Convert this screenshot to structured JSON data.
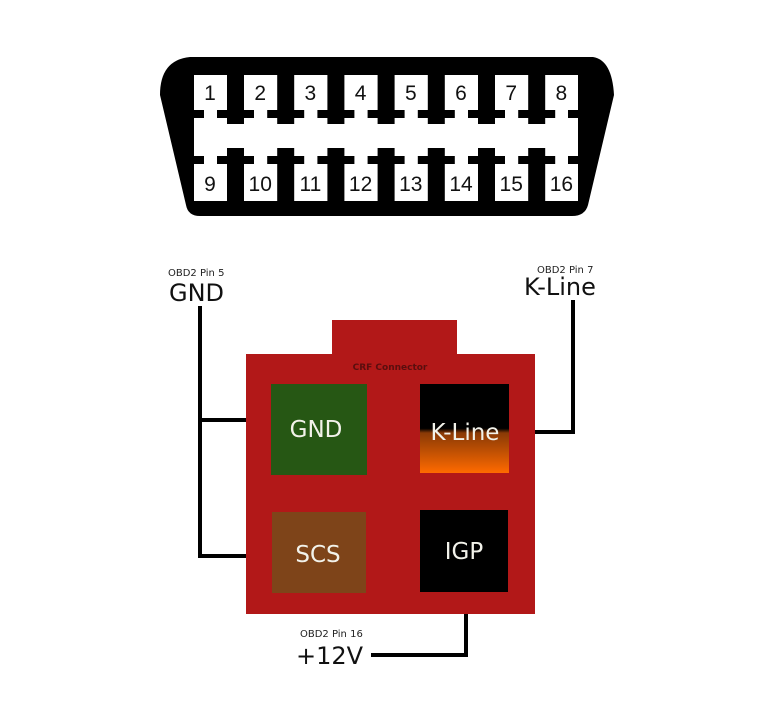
{
  "obd2_connector": {
    "top_row_pins": [
      "1",
      "2",
      "3",
      "4",
      "5",
      "6",
      "7",
      "8"
    ],
    "bottom_row_pins": [
      "9",
      "10",
      "11",
      "12",
      "13",
      "14",
      "15",
      "16"
    ]
  },
  "crf_connector": {
    "title": "CRF Connector",
    "colors": {
      "housing": "#b21818",
      "gnd": "#265714",
      "scs": "#7e4419",
      "kline_top": "#000000",
      "kline_bottom": "#ff6a00",
      "igp": "#000000"
    },
    "pins": {
      "gnd": "GND",
      "kline": "K-Line",
      "scs": "SCS",
      "igp": "IGP"
    }
  },
  "wires": {
    "gnd": {
      "obd_label": "OBD2 Pin 5",
      "signal": "GND"
    },
    "kline": {
      "obd_label": "OBD2 Pin 7",
      "signal": "K-Line"
    },
    "power": {
      "obd_label": "OBD2 Pin 16",
      "signal": "+12V"
    }
  }
}
